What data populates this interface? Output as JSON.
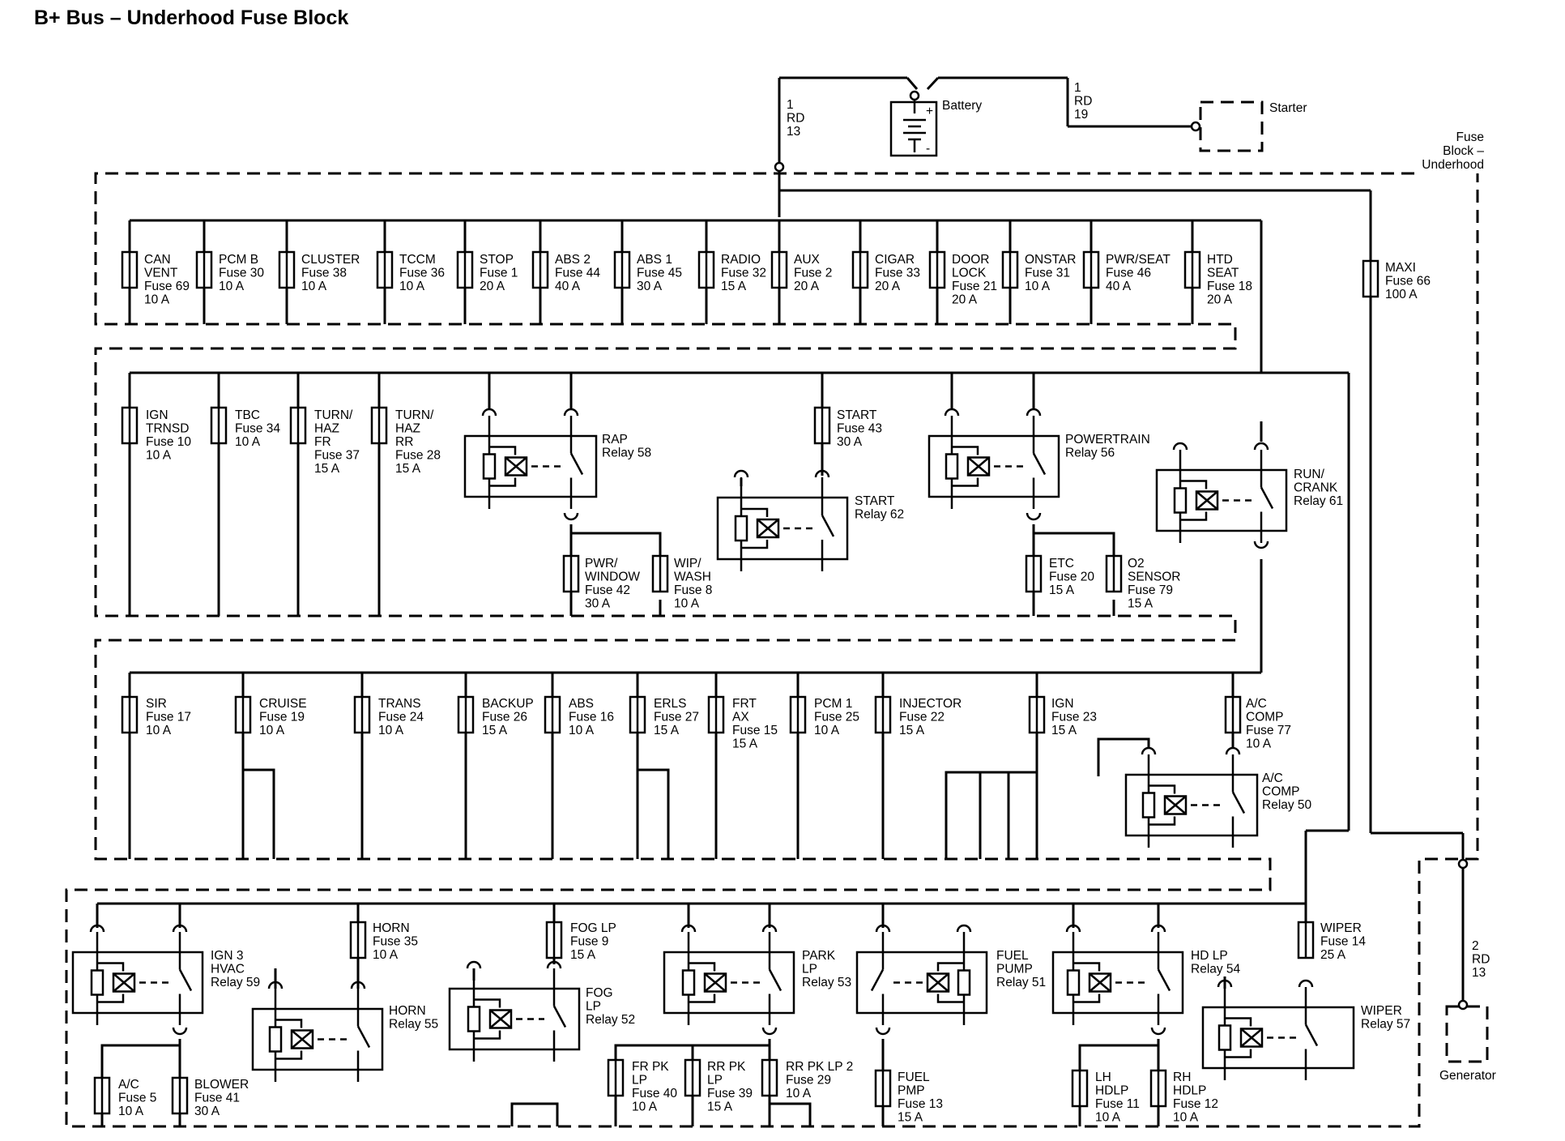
{
  "title": "B+ Bus – Underhood Fuse Block",
  "battery": {
    "label": "Battery",
    "plus": "+",
    "minus": "-"
  },
  "starter": {
    "label": "Starter"
  },
  "generator": {
    "label": "Generator"
  },
  "fuse_block": {
    "label": [
      "Fuse",
      "Block –",
      "Underhood"
    ]
  },
  "wires": [
    {
      "id": "w-batt-bus",
      "lines": [
        "1",
        "RD",
        "13"
      ]
    },
    {
      "id": "w-batt-starter",
      "lines": [
        "1",
        "RD",
        "19"
      ]
    },
    {
      "id": "w-generator",
      "lines": [
        "2",
        "RD",
        "13"
      ]
    }
  ],
  "fuses": [
    {
      "id": "can-vent",
      "lines": [
        "CAN",
        "VENT",
        "Fuse 69",
        "10 A"
      ]
    },
    {
      "id": "pcm-b",
      "lines": [
        "PCM B",
        "Fuse 30",
        "10 A"
      ]
    },
    {
      "id": "cluster",
      "lines": [
        "CLUSTER",
        "Fuse 38",
        "10 A"
      ]
    },
    {
      "id": "tccm",
      "lines": [
        "TCCM",
        "Fuse 36",
        "10 A"
      ]
    },
    {
      "id": "stop",
      "lines": [
        "STOP",
        "Fuse 1",
        "20 A"
      ]
    },
    {
      "id": "abs2",
      "lines": [
        "ABS 2",
        "Fuse 44",
        "40 A"
      ]
    },
    {
      "id": "abs1",
      "lines": [
        "ABS 1",
        "Fuse 45",
        "30 A"
      ]
    },
    {
      "id": "radio",
      "lines": [
        "RADIO",
        "Fuse 32",
        "15 A"
      ]
    },
    {
      "id": "aux",
      "lines": [
        "AUX",
        "Fuse 2",
        "20 A"
      ]
    },
    {
      "id": "cigar",
      "lines": [
        "CIGAR",
        "Fuse 33",
        "20 A"
      ]
    },
    {
      "id": "door-lock",
      "lines": [
        "DOOR",
        "LOCK",
        "Fuse 21",
        "20 A"
      ]
    },
    {
      "id": "onstar",
      "lines": [
        "ONSTAR",
        "Fuse 31",
        "10 A"
      ]
    },
    {
      "id": "pwr-seat",
      "lines": [
        "PWR/SEAT",
        "Fuse 46",
        "40 A"
      ]
    },
    {
      "id": "htd-seat",
      "lines": [
        "HTD",
        "SEAT",
        "Fuse 18",
        "20 A"
      ]
    },
    {
      "id": "maxi",
      "lines": [
        "MAXI",
        "Fuse 66",
        "100 A"
      ]
    },
    {
      "id": "ign-trnsd",
      "lines": [
        "IGN",
        "TRNSD",
        "Fuse 10",
        "10 A"
      ]
    },
    {
      "id": "tbc",
      "lines": [
        "TBC",
        "Fuse 34",
        "10 A"
      ]
    },
    {
      "id": "turn-haz-fr",
      "lines": [
        "TURN/",
        "HAZ",
        "FR",
        "Fuse 37",
        "15 A"
      ]
    },
    {
      "id": "turn-haz-rr",
      "lines": [
        "TURN/",
        "HAZ",
        "RR",
        "Fuse 28",
        "15 A"
      ]
    },
    {
      "id": "start",
      "lines": [
        "START",
        "Fuse 43",
        "30 A"
      ]
    },
    {
      "id": "pwr-window",
      "lines": [
        "PWR/",
        "WINDOW",
        "Fuse 42",
        "30 A"
      ]
    },
    {
      "id": "wip-wash",
      "lines": [
        "WIP/",
        "WASH",
        "Fuse 8",
        "10 A"
      ]
    },
    {
      "id": "etc",
      "lines": [
        "ETC",
        "Fuse 20",
        "15 A"
      ]
    },
    {
      "id": "o2-sensor",
      "lines": [
        "O2",
        "SENSOR",
        "Fuse 79",
        "15 A"
      ]
    },
    {
      "id": "sir",
      "lines": [
        "SIR",
        "Fuse 17",
        "10 A"
      ]
    },
    {
      "id": "cruise",
      "lines": [
        "CRUISE",
        "Fuse 19",
        "10 A"
      ]
    },
    {
      "id": "trans",
      "lines": [
        "TRANS",
        "Fuse 24",
        "10 A"
      ]
    },
    {
      "id": "backup",
      "lines": [
        "BACKUP",
        "Fuse 26",
        "15 A"
      ]
    },
    {
      "id": "abs",
      "lines": [
        "ABS",
        "Fuse 16",
        "10 A"
      ]
    },
    {
      "id": "erls",
      "lines": [
        "ERLS",
        "Fuse 27",
        "15 A"
      ]
    },
    {
      "id": "frt-ax",
      "lines": [
        "FRT",
        "AX",
        "Fuse 15",
        "15 A"
      ]
    },
    {
      "id": "pcm1",
      "lines": [
        "PCM 1",
        "Fuse 25",
        "10 A"
      ]
    },
    {
      "id": "injector",
      "lines": [
        "INJECTOR",
        "Fuse 22",
        "15 A"
      ]
    },
    {
      "id": "ign23",
      "lines": [
        "IGN",
        "Fuse 23",
        "15 A"
      ]
    },
    {
      "id": "ac-comp-fuse",
      "lines": [
        "A/C",
        "COMP",
        "Fuse 77",
        "10 A"
      ]
    },
    {
      "id": "horn-fuse",
      "lines": [
        "HORN",
        "Fuse 35",
        "10 A"
      ]
    },
    {
      "id": "fog-lp-fuse",
      "lines": [
        "FOG LP",
        "Fuse 9",
        "15 A"
      ]
    },
    {
      "id": "wiper-fuse",
      "lines": [
        "WIPER",
        "Fuse 14",
        "25 A"
      ]
    },
    {
      "id": "ac",
      "lines": [
        "A/C",
        "Fuse 5",
        "10 A"
      ]
    },
    {
      "id": "blower",
      "lines": [
        "BLOWER",
        "Fuse 41",
        "30 A"
      ]
    },
    {
      "id": "fr-pk-lp",
      "lines": [
        "FR PK",
        "LP",
        "Fuse 40",
        "10 A"
      ]
    },
    {
      "id": "rr-pk-lp",
      "lines": [
        "RR PK",
        "LP",
        "Fuse 39",
        "15 A"
      ]
    },
    {
      "id": "rr-pk-lp2",
      "lines": [
        "RR PK LP 2",
        "Fuse 29",
        "10 A"
      ]
    },
    {
      "id": "fuel-pmp",
      "lines": [
        "FUEL",
        "PMP",
        "Fuse 13",
        "15 A"
      ]
    },
    {
      "id": "lh-hdlp",
      "lines": [
        "LH",
        "HDLP",
        "Fuse 11",
        "10 A"
      ]
    },
    {
      "id": "rh-hdlp",
      "lines": [
        "RH",
        "HDLP",
        "Fuse 12",
        "10 A"
      ]
    }
  ],
  "relays": [
    {
      "id": "rap",
      "lines": [
        "RAP",
        "Relay 58"
      ]
    },
    {
      "id": "start-relay",
      "lines": [
        "START",
        "Relay 62"
      ]
    },
    {
      "id": "powertrain",
      "lines": [
        "POWERTRAIN",
        "Relay 56"
      ]
    },
    {
      "id": "run-crank",
      "lines": [
        "RUN/",
        "CRANK",
        "Relay 61"
      ]
    },
    {
      "id": "ac-comp-relay",
      "lines": [
        "A/C",
        "COMP",
        "Relay 50"
      ]
    },
    {
      "id": "ign3-hvac",
      "lines": [
        "IGN 3",
        "HVAC",
        "Relay 59"
      ]
    },
    {
      "id": "horn-relay",
      "lines": [
        "HORN",
        "Relay 55"
      ]
    },
    {
      "id": "fog-lp-relay",
      "lines": [
        "FOG",
        "LP",
        "Relay 52"
      ]
    },
    {
      "id": "park-lp",
      "lines": [
        "PARK",
        "LP",
        "Relay 53"
      ]
    },
    {
      "id": "fuel-pump-relay",
      "lines": [
        "FUEL",
        "PUMP",
        "Relay 51"
      ]
    },
    {
      "id": "hd-lp",
      "lines": [
        "HD LP",
        "Relay 54"
      ]
    },
    {
      "id": "wiper-relay",
      "lines": [
        "WIPER",
        "Relay 57"
      ]
    }
  ]
}
